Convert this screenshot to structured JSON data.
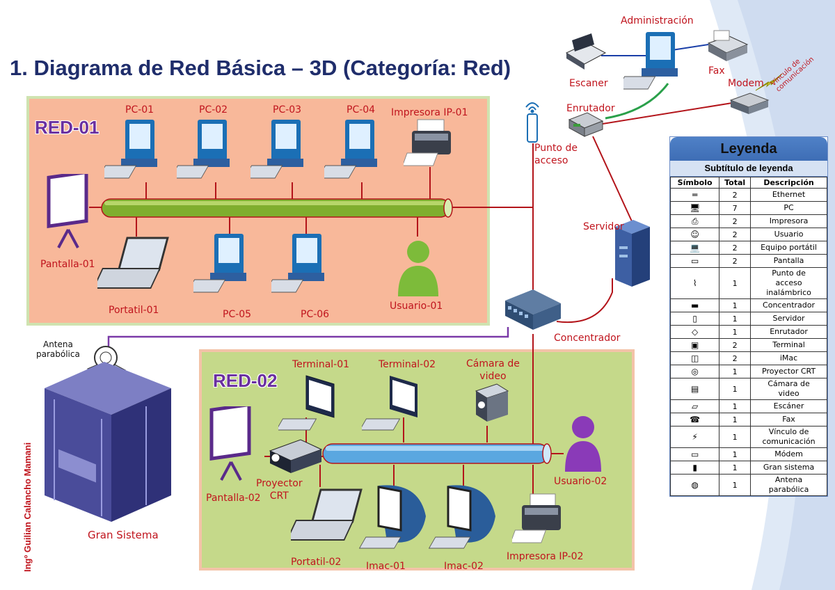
{
  "title": "1. Diagrama  de Red Básica – 3D (Categoría: Red)",
  "networks": {
    "red01": "RED-01",
    "red02": "RED-02"
  },
  "labels": {
    "pc01": "PC-01",
    "pc02": "PC-02",
    "pc03": "PC-03",
    "pc04": "PC-04",
    "impresora01": "Impresora IP-01",
    "pantalla01": "Pantalla-01",
    "portatil01": "Portatil-01",
    "pc05": "PC-05",
    "pc06": "PC-06",
    "usuario01": "Usuario-01",
    "punto_acceso": "Punto de\nacceso",
    "administracion": "Administración",
    "escaner": "Escaner",
    "fax": "Fax",
    "modem": "Modem",
    "vinculo": "Vínculo de\ncomunicación",
    "enrutador": "Enrutador",
    "servidor": "Servidor",
    "concentrador": "Concentrador",
    "antena": "Antena\nparabólica",
    "gran_sistema": "Gran Sistema",
    "terminal01": "Terminal-01",
    "terminal02": "Terminal-02",
    "camara": "Cámara de\nvideo",
    "pantalla02": "Pantalla-02",
    "proyector": "Proyector\nCRT",
    "usuario02": "Usuario-02",
    "portatil02": "Portatil-02",
    "imac01": "Imac-01",
    "imac02": "Imac-02",
    "impresora02": "Impresora IP-02",
    "author": "Ingº Guilian Calancho Mamani"
  },
  "legend": {
    "title": "Leyenda",
    "subtitle": "Subtítulo de leyenda",
    "headers": [
      "Símbolo",
      "Total",
      "Descripción"
    ],
    "rows": [
      {
        "icon": "ethernet-icon",
        "glyph": "═",
        "total": "2",
        "desc": "Ethernet"
      },
      {
        "icon": "pc-icon",
        "glyph": "🖥",
        "total": "7",
        "desc": "PC"
      },
      {
        "icon": "printer-icon",
        "glyph": "⎙",
        "total": "2",
        "desc": "Impresora"
      },
      {
        "icon": "user-icon",
        "glyph": "☺",
        "total": "2",
        "desc": "Usuario"
      },
      {
        "icon": "laptop-icon",
        "glyph": "💻",
        "total": "2",
        "desc": "Equipo portátil"
      },
      {
        "icon": "screen-icon",
        "glyph": "▭",
        "total": "2",
        "desc": "Pantalla"
      },
      {
        "icon": "wireless-ap-icon",
        "glyph": "⌇",
        "total": "1",
        "desc": "Punto de\nacceso\ninalámbrico"
      },
      {
        "icon": "hub-icon",
        "glyph": "▬",
        "total": "1",
        "desc": "Concentrador"
      },
      {
        "icon": "server-icon",
        "glyph": "▯",
        "total": "1",
        "desc": "Servidor"
      },
      {
        "icon": "router-icon",
        "glyph": "◇",
        "total": "1",
        "desc": "Enrutador"
      },
      {
        "icon": "terminal-icon",
        "glyph": "▣",
        "total": "2",
        "desc": "Terminal"
      },
      {
        "icon": "imac-icon",
        "glyph": "◫",
        "total": "2",
        "desc": "iMac"
      },
      {
        "icon": "crt-projector-icon",
        "glyph": "◎",
        "total": "1",
        "desc": "Proyector CRT"
      },
      {
        "icon": "video-camera-icon",
        "glyph": "▤",
        "total": "1",
        "desc": "Cámara de\nvideo"
      },
      {
        "icon": "scanner-icon",
        "glyph": "▱",
        "total": "1",
        "desc": "Escáner"
      },
      {
        "icon": "fax-icon",
        "glyph": "☎",
        "total": "1",
        "desc": "Fax"
      },
      {
        "icon": "comm-link-icon",
        "glyph": "⚡",
        "total": "1",
        "desc": "Vínculo de\ncomunicación"
      },
      {
        "icon": "modem-icon",
        "glyph": "▭",
        "total": "1",
        "desc": "Módem"
      },
      {
        "icon": "mainframe-icon",
        "glyph": "▮",
        "total": "1",
        "desc": "Gran sistema"
      },
      {
        "icon": "satellite-dish-icon",
        "glyph": "◍",
        "total": "1",
        "desc": "Antena\nparabólica"
      }
    ]
  },
  "colors": {
    "red01_bg": "#f8b89a",
    "red02_bg": "#c5d98a",
    "bus1": "#7fae2e",
    "bus2": "#5aa7e0",
    "label": "#c0141d",
    "title": "#1f2d6b",
    "net_name": "#6a2fa0",
    "link_red": "#b3141a",
    "link_purple": "#7a3aa8"
  }
}
